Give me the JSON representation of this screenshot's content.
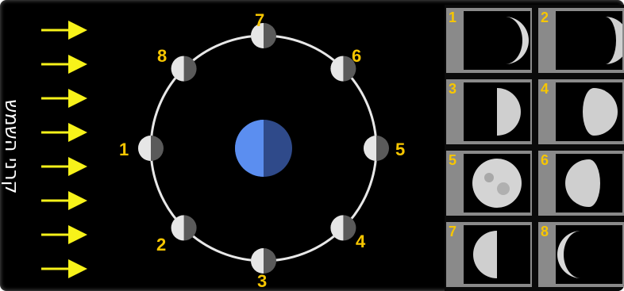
{
  "side_label": "קרני השמש",
  "orbit_numbers": [
    "1",
    "2",
    "3",
    "4",
    "5",
    "6",
    "7",
    "8"
  ],
  "phase_numbers": [
    "1",
    "2",
    "3",
    "4",
    "5",
    "6",
    "7",
    "8"
  ],
  "colors": {
    "background": "#000000",
    "sun_ray": "#f7f21a",
    "label": "#f7c600",
    "earth_light": "#5b8ef0",
    "earth_dark": "#2f4a8a",
    "orbit": "#e8e8e8"
  }
}
